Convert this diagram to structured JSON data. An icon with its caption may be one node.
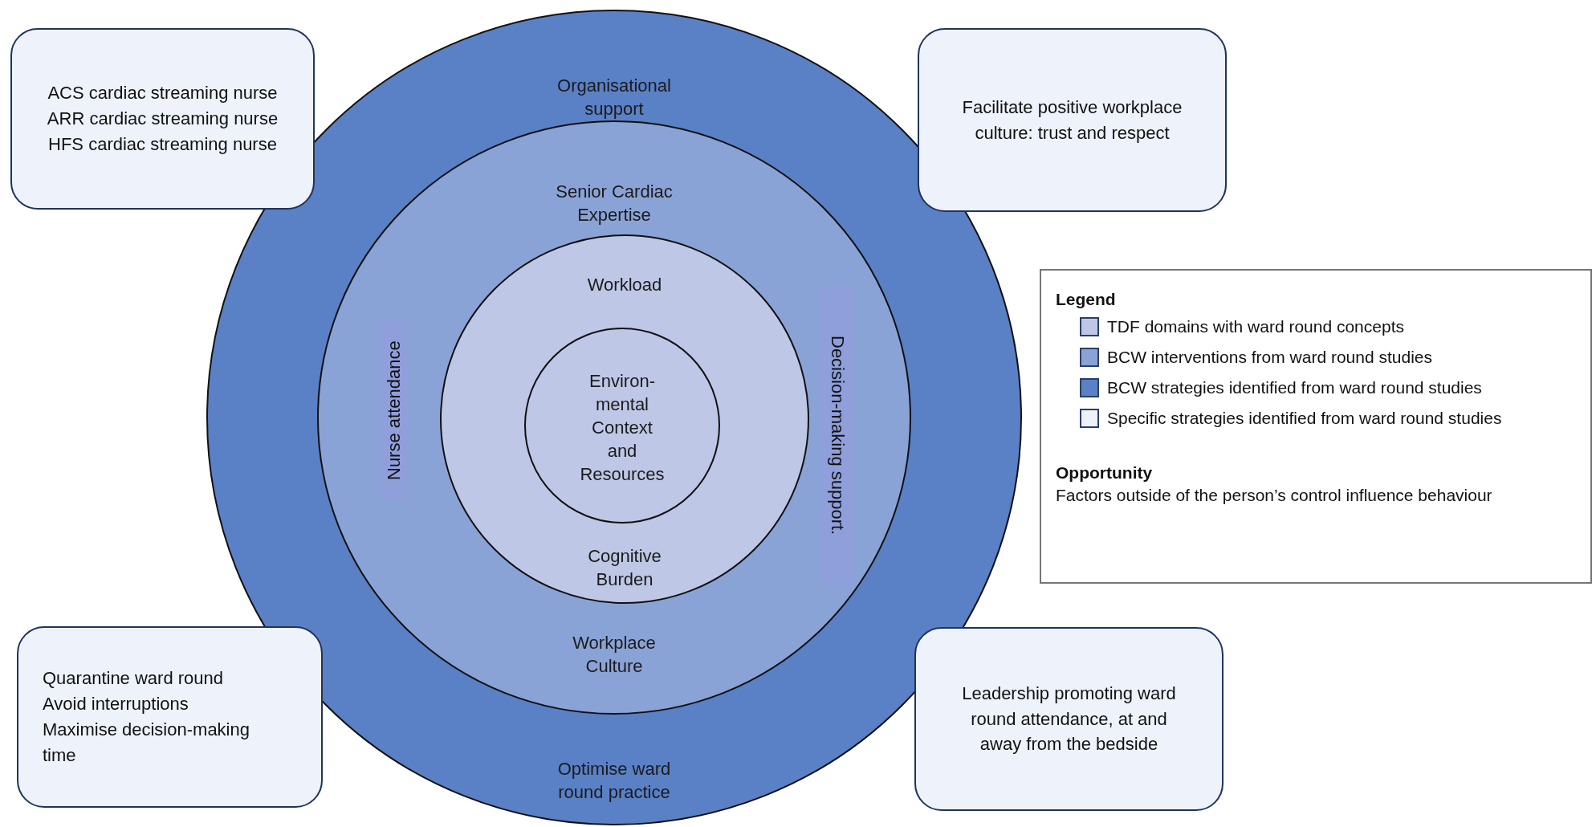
{
  "diagram": {
    "nodes": [
      {
        "text": [
          "Organisational support",
          "Optimise ward round practice"
        ]
      },
      {
        "text": [
          "Senior Cardiac Expertise",
          "Workplace Culture"
        ],
        "in": 0
      },
      {
        "text": [
          "Nurse attendance"
        ],
        "in": 1
      },
      {
        "text": [
          "Decision-making support."
        ],
        "in": 1
      },
      {
        "text": [
          "Workload",
          "Cognitive Burden"
        ],
        "in": 1
      },
      {
        "text": [
          "Environ-mental Context and Resources"
        ],
        "in": 4
      },
      {
        "text": [
          "ACS cardiac streaming nurse",
          "ARR cardiac streaming nurse",
          "HFS cardiac streaming nurse"
        ]
      },
      {
        "text": [
          "Facilitate positive workplace culture: trust and respect"
        ]
      },
      {
        "text": [
          "Quarantine ward round",
          "Avoid interruptions",
          "Maximise decision-making time"
        ]
      },
      {
        "text": [
          "Leadership promoting ward round attendance, at and away from the bedside"
        ]
      }
    ],
    "labels": [
      "Legend",
      "Opportunity",
      "Factors outside of the person’s control influence behaviour"
    ],
    "legend": [
      {
        "text": "TDF domains with ward round concepts",
        "color": "#bec7e6"
      },
      {
        "text": "BCW interventions from ward round studies",
        "color": "#8aa3d6"
      },
      {
        "text": "BCW strategies identified from ward round studies",
        "color": "#5a80c6"
      },
      {
        "text": "Specific strategies identified from ward round studies",
        "color": "#eef1f9"
      }
    ]
  }
}
